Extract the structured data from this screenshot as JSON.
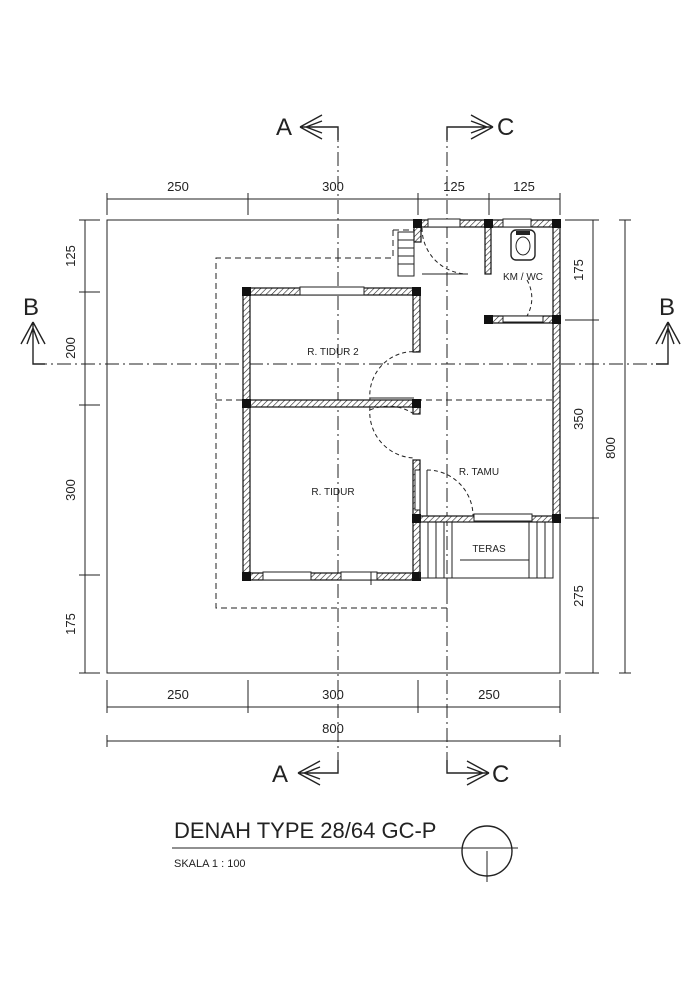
{
  "dimensions": {
    "top": [
      "250",
      "300",
      "125",
      "125"
    ],
    "bottom": [
      "250",
      "300",
      "250"
    ],
    "bottom_total": "800",
    "left": [
      "125",
      "200",
      "300",
      "175"
    ],
    "right": [
      "175",
      "350",
      "275"
    ],
    "right_total": "800"
  },
  "rooms": {
    "bedroom_2": "R. TIDUR 2",
    "bedroom": "R. TIDUR",
    "living": "R. TAMU",
    "bathroom": "KM / WC",
    "terrace": "TERAS"
  },
  "sections": {
    "a": "A",
    "b": "B",
    "c": "C"
  },
  "title": "DENAH TYPE 28/64 GC-P",
  "scale": "SKALA   1 : 100"
}
